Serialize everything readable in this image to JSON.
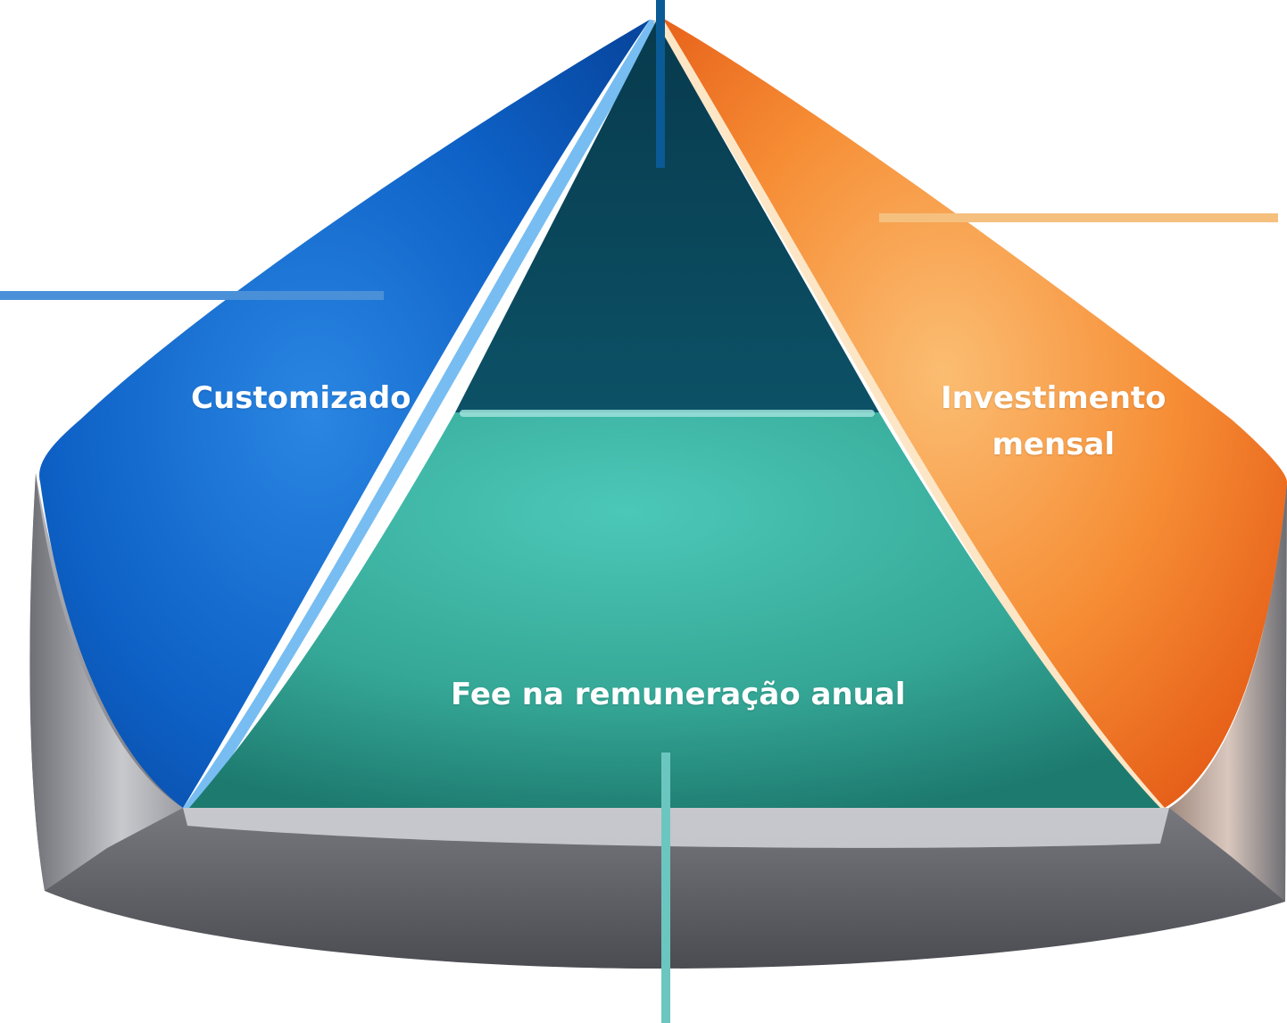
{
  "labels": {
    "left": "Customizado",
    "right_line1": "Investimento",
    "right_line2": "mensal",
    "center": "Fee na remuneração anual"
  },
  "colors": {
    "blue": "#0b5cc4",
    "blue_light": "#2e86e0",
    "orange": "#f47b20",
    "orange_light": "#f9b35a",
    "teal": "#3db9a9",
    "dark_teal": "#0b4a62",
    "gray": "#8d8e94",
    "line_top": "#0a5a96",
    "line_left": "#4a90d9",
    "line_right": "#f5c07e",
    "line_bottom": "#6cc6c0"
  }
}
